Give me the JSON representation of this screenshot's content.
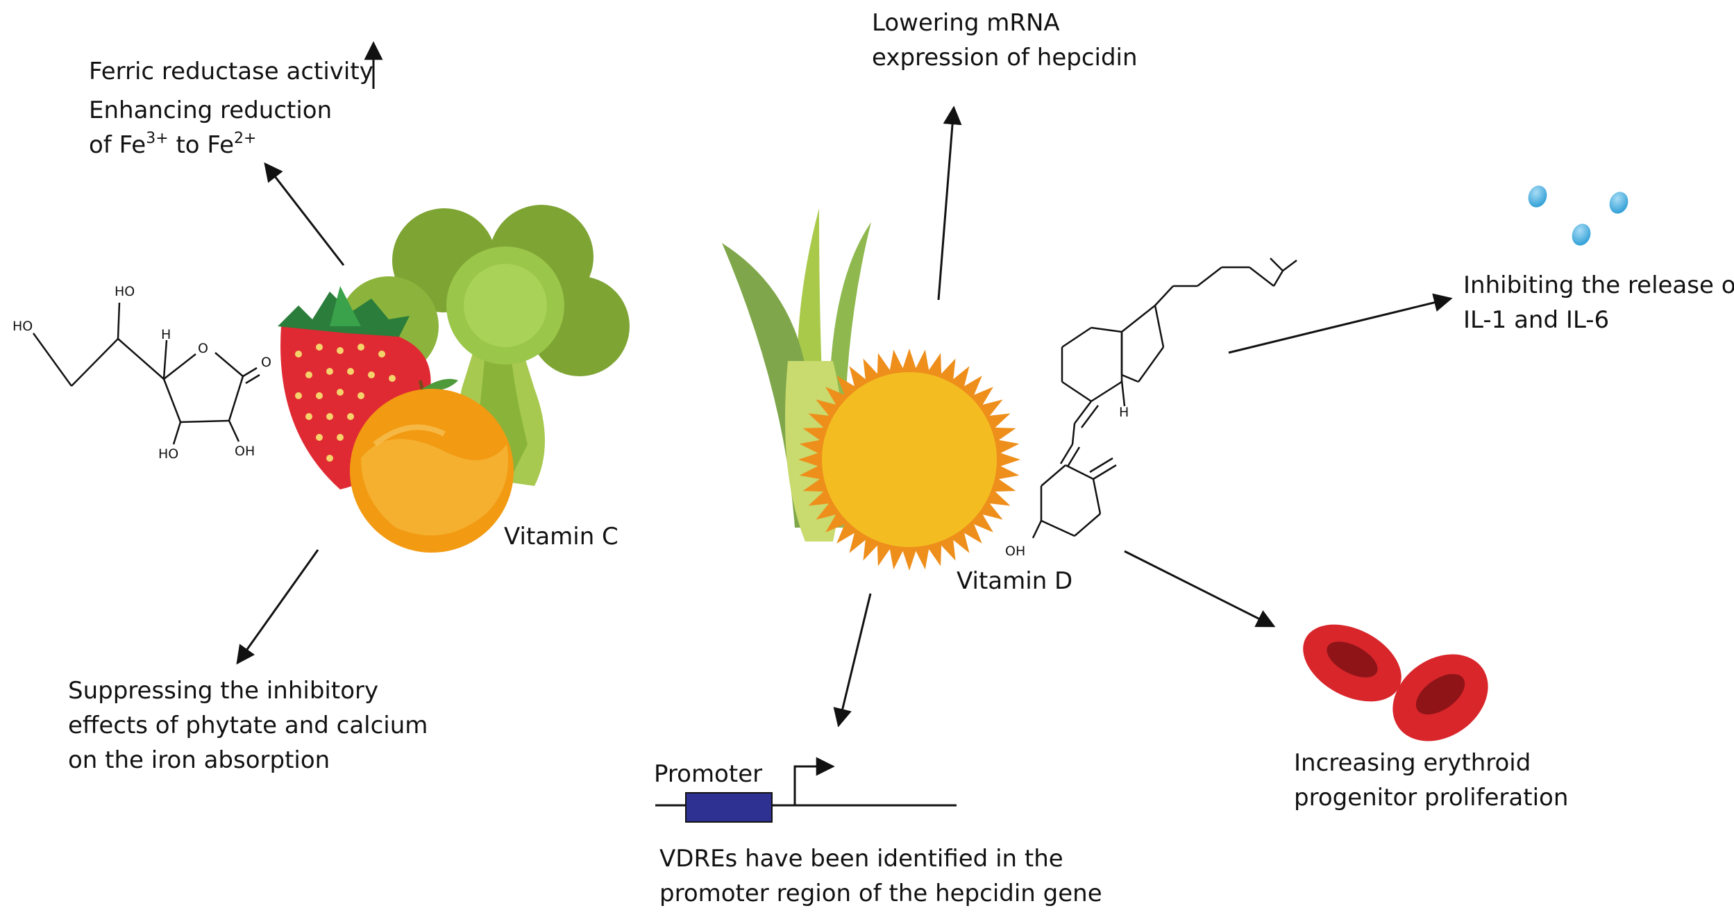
{
  "labels": {
    "ferric": "Ferric reductase activity",
    "enhancing_line1": "Enhancing reduction",
    "enhancing_of": "of Fe",
    "enhancing_sup1": "3+",
    "enhancing_to": " to Fe",
    "enhancing_sup2": "2+",
    "suppress_line1": "Suppressing the inhibitory",
    "suppress_line2": "effects of phytate and calcium",
    "suppress_line3": "on the iron absorption",
    "vitamin_c": "Vitamin C",
    "vitamin_d": "Vitamin D",
    "hepcidin_line1": "Lowering mRNA",
    "hepcidin_line2": "expression of hepcidin",
    "il_line1": "Inhibiting the release of",
    "il_line2": "IL-1 and IL-6",
    "promoter": "Promoter",
    "vdre_line1": "VDREs have been identified in the",
    "vdre_line2": "promoter region of the hepcidin gene",
    "erythroid_line1": "Increasing erythroid",
    "erythroid_line2": "progenitor proliferation"
  },
  "vitc_atoms": {
    "ho1": "HO",
    "ho2": "HO",
    "h": "H",
    "o_ring": "O",
    "o_carbonyl": "O",
    "ho3": "HO",
    "oh": "OH"
  },
  "vitd_atoms": {
    "h": "H",
    "oh": "OH"
  },
  "colors": {
    "strawberry": "#e02a33",
    "orange": "#f29a11",
    "broccoli": "#8cb43c",
    "sun": "#f3bd22",
    "sun_rays": "#ee8e1b",
    "promoter_box": "#2e3192",
    "blood_cell": "#d8262b",
    "droplet": "#2f9fd6"
  }
}
